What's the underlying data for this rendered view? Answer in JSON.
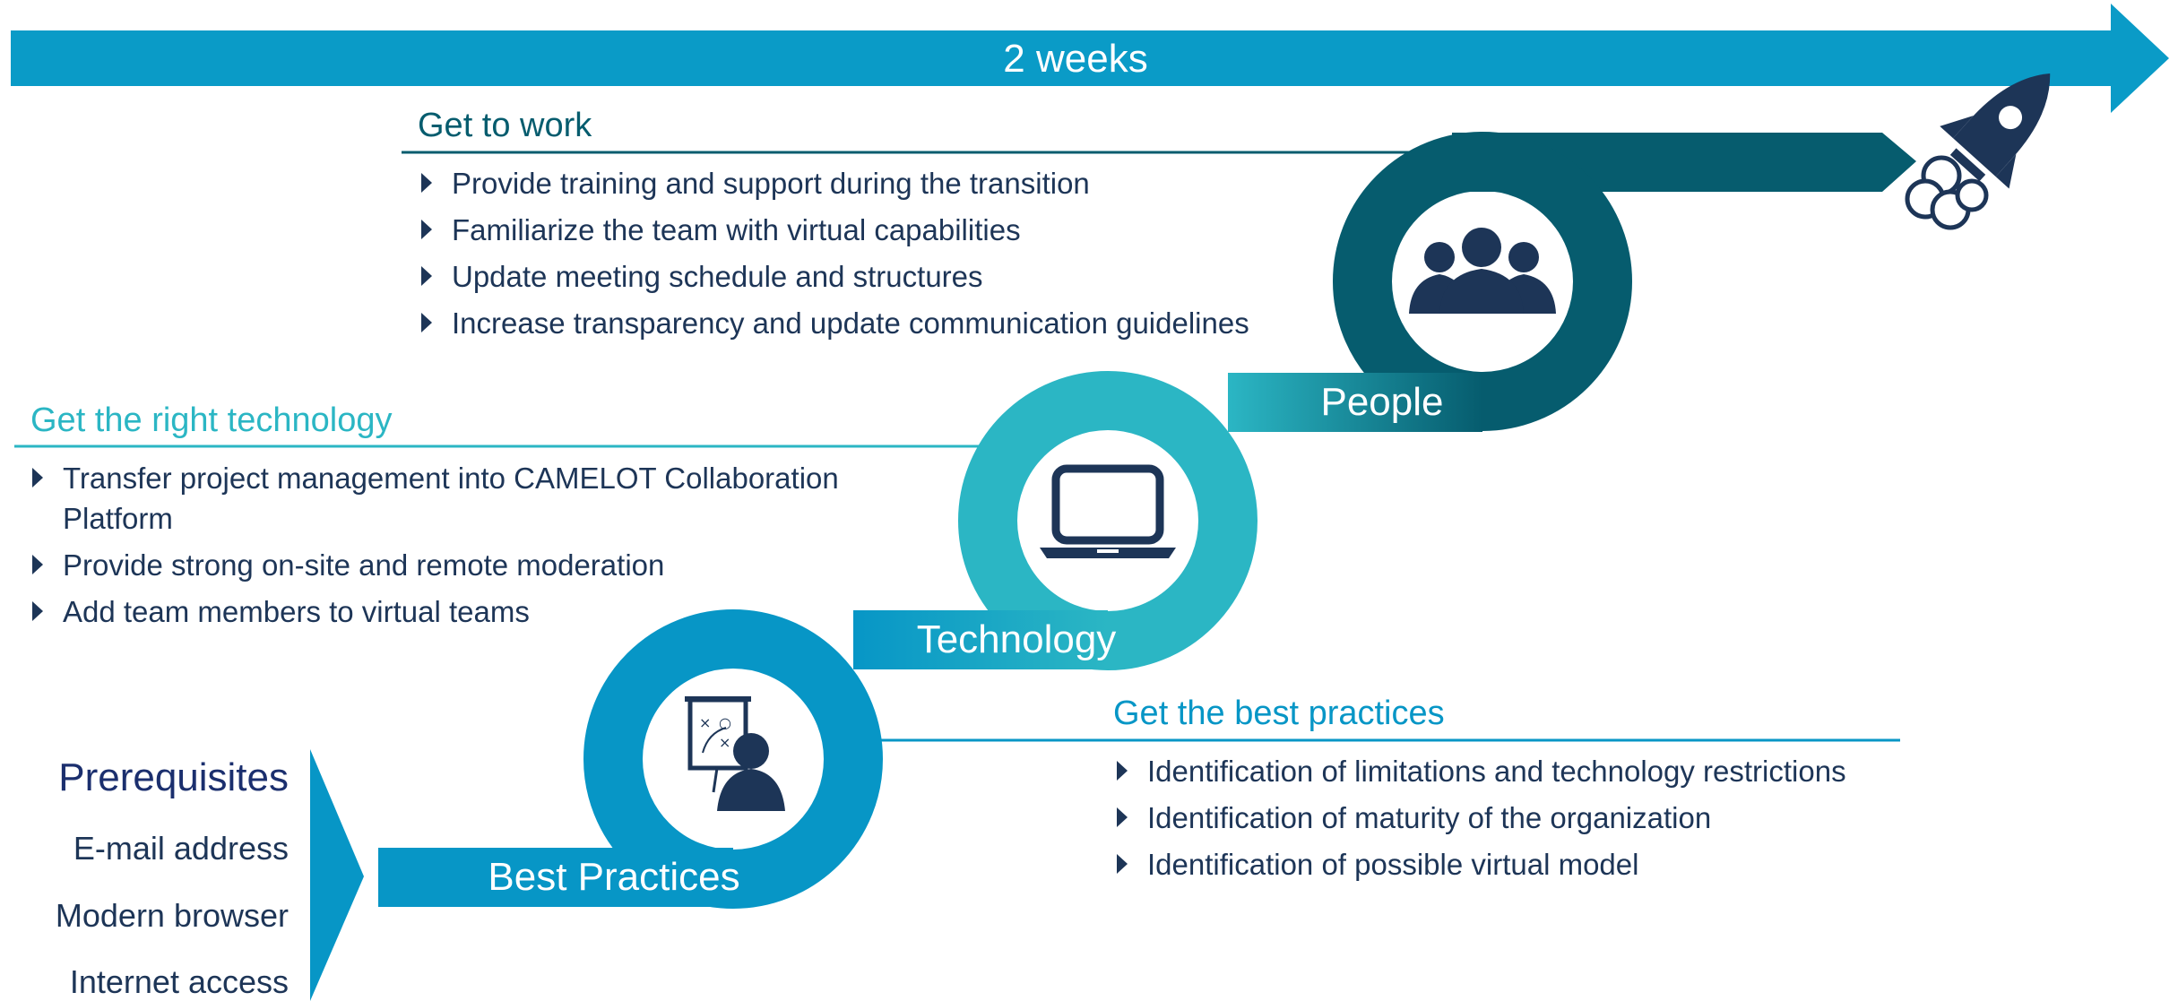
{
  "timeline": {
    "label": "2 weeks"
  },
  "stages": [
    {
      "label": "Best Practices",
      "icon": "strategy-board-person-icon"
    },
    {
      "label": "Technology",
      "icon": "laptop-icon"
    },
    {
      "label": "People",
      "icon": "people-group-icon"
    }
  ],
  "sections": {
    "get_to_work": {
      "title": "Get to work",
      "items": [
        "Provide training and support during the transition",
        "Familiarize the team with virtual capabilities",
        "Update meeting schedule and structures",
        "Increase transparency and update communication guidelines"
      ]
    },
    "right_technology": {
      "title": "Get the right technology",
      "items": [
        "Transfer project management into CAMELOT Collaboration Platform",
        "Provide strong on-site and remote moderation",
        "Add team members to virtual teams"
      ]
    },
    "best_practices": {
      "title": "Get the best practices",
      "items": [
        "Identification of limitations and technology restrictions",
        "Identification of maturity of the organization",
        "Identification of possible virtual model"
      ]
    }
  },
  "prerequisites": {
    "title": "Prerequisites",
    "items": [
      "E-mail address",
      "Modern browser",
      "Internet access"
    ]
  },
  "finish_icon": "rocket-icon",
  "colors": {
    "timeline_blue": "#0a9bc7",
    "best_practices_blue": "#0796c6",
    "technology_teal": "#2bb6c4",
    "people_dark_teal": "#065c6e",
    "navy_text": "#1d3557",
    "prereq_title": "#1b2f6e"
  }
}
